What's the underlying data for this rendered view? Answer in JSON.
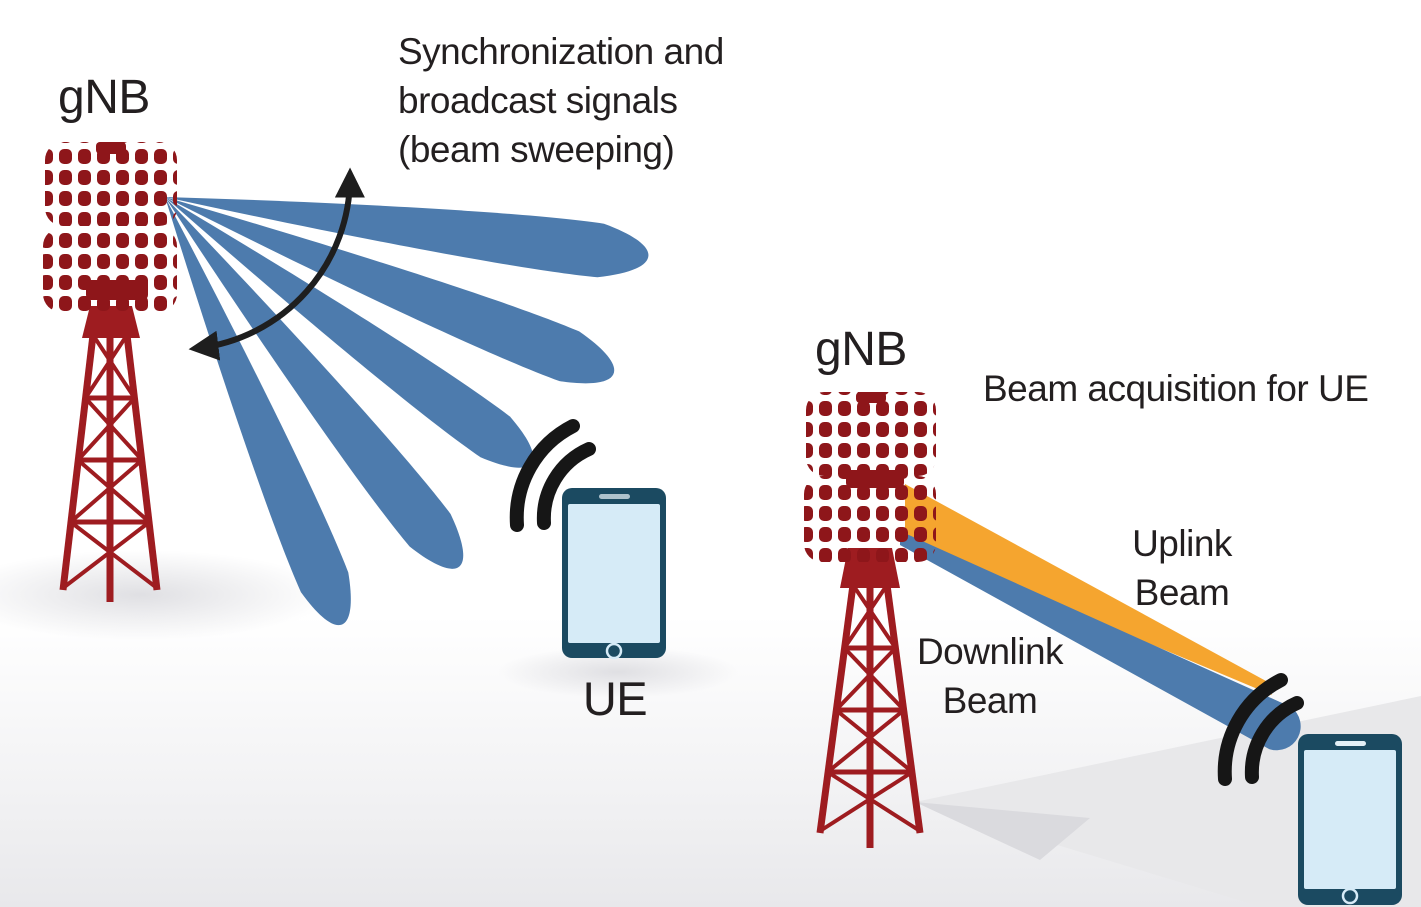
{
  "diagram": {
    "title_context": "5G NR beam management",
    "left_scene": {
      "gnb_label": "gNB",
      "caption": "Synchronization and\nbroadcast signals\n(beam sweeping)",
      "ue_label": "UE",
      "beam_count": 5,
      "icons": [
        "massive-mimo-antenna",
        "lattice-tower",
        "beam-fan",
        "sweep-arrow",
        "signal-waves",
        "smartphone"
      ]
    },
    "right_scene": {
      "gnb_label": "gNB",
      "caption": "Beam acquisition for UE",
      "uplink_label": "Uplink\nBeam",
      "downlink_label": "Downlink\nBeam",
      "icons": [
        "massive-mimo-antenna",
        "lattice-tower",
        "uplink-beam",
        "downlink-beam",
        "signal-waves",
        "smartphone",
        "ground-shadow"
      ]
    },
    "colors": {
      "beam_blue": "#4D7BAD",
      "uplink_orange": "#F5A52F",
      "tower_red": "#9E1C20",
      "antenna_red": "#8E161A",
      "arrow_black": "#1E1E1E",
      "phone_body_teal": "#1B4A61",
      "phone_screen_blue": "#D6EBF7",
      "text_dark": "#231F20",
      "ground_gray": "#E8E8EA"
    }
  }
}
